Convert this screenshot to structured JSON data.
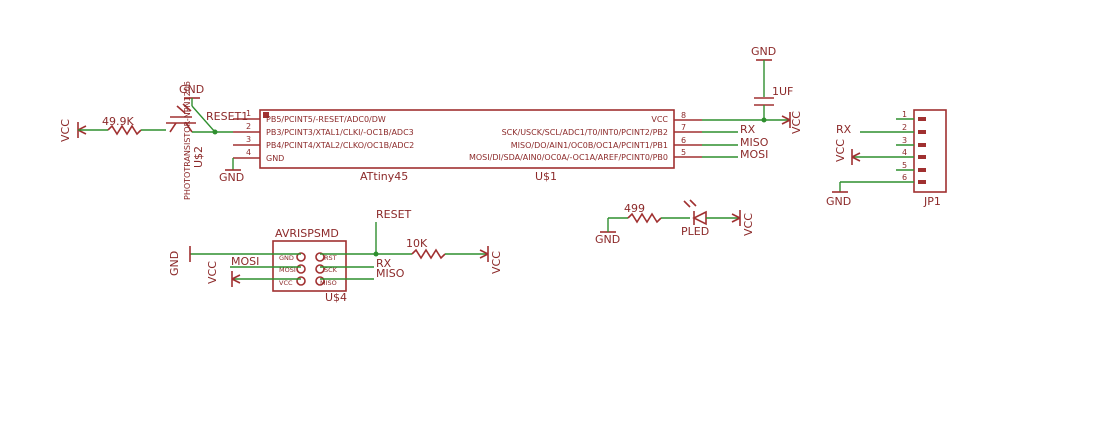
{
  "colors": {
    "symbol": "#a03030",
    "wire": "#2f8f2f",
    "text": "#8c2a2a",
    "background": "#ffffff"
  },
  "power": {
    "gnd": "GND",
    "vcc": "VCC"
  },
  "resistors": {
    "r_phototrans": "49.9K",
    "r_led": "499",
    "r_reset": "10K"
  },
  "capacitor": {
    "value": "1UF"
  },
  "net_labels": {
    "reset1": "RESET1",
    "reset": "RESET",
    "rx": "RX",
    "miso": "MISO",
    "mosi": "MOSI"
  },
  "ic": {
    "name": "ATtiny45",
    "ref": "U$1",
    "left_pins": [
      {
        "num": "1",
        "label": "PB5/PCINT5/-RESET/ADC0/DW"
      },
      {
        "num": "2",
        "label": "PB3/PCINT3/XTAL1/CLKI/-OC1B/ADC3"
      },
      {
        "num": "3",
        "label": "PB4/PCINT4/XTAL2/CLKO/OC1B/ADC2"
      },
      {
        "num": "4",
        "label": "GND"
      }
    ],
    "right_pins": [
      {
        "num": "8",
        "label": "VCC"
      },
      {
        "num": "7",
        "label": "SCK/USCK/SCL/ADC1/T0/INT0/PCINT2/PB2"
      },
      {
        "num": "6",
        "label": "MISO/DO/AIN1/OC0B/OC1A/PCINT1/PB1"
      },
      {
        "num": "5",
        "label": "MOSI/DI/SDA/AIN0/OC0A/-OC1A/AREF/PCINT0/PB0"
      }
    ]
  },
  "phototransistor": {
    "part": "PHOTOTRANSISTOR-NPN1206",
    "ref": "U$2"
  },
  "led": {
    "name": "PLED"
  },
  "isp": {
    "name": "AVRISPSMD",
    "ref": "U$4",
    "pins_left": [
      "GND",
      "MOSI",
      "VCC"
    ],
    "pins_right": [
      "RST",
      "SCK",
      "MISO"
    ]
  },
  "header": {
    "ref": "JP1",
    "pins": [
      "1",
      "2",
      "3",
      "4",
      "5",
      "6"
    ]
  }
}
